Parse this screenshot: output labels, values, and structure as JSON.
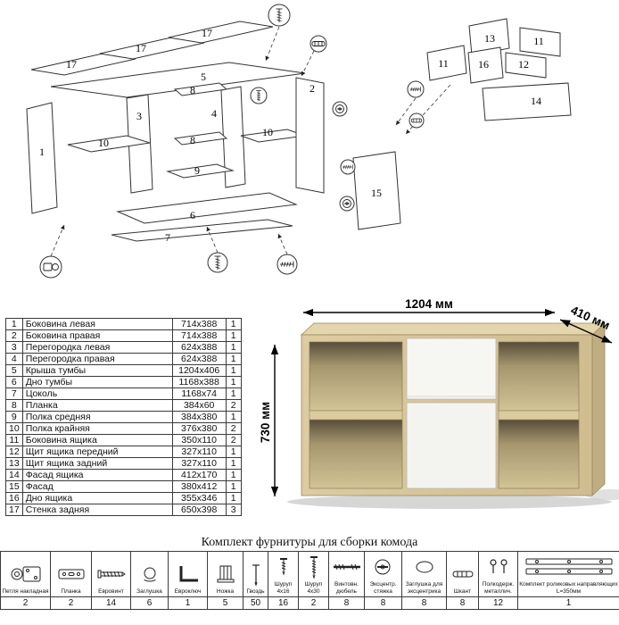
{
  "diagram": {
    "part_labels": [
      "17",
      "17",
      "17",
      "5",
      "1",
      "3",
      "10",
      "8",
      "4",
      "8",
      "9",
      "10",
      "2",
      "6",
      "7",
      "15",
      "13",
      "11",
      "11",
      "16",
      "12",
      "14"
    ]
  },
  "photo": {
    "dim_width": "1204 мм",
    "dim_depth": "410 мм",
    "dim_height": "730 мм"
  },
  "parts_table": {
    "rows": [
      {
        "num": "1",
        "name": "Боковина левая",
        "size": "714x388",
        "qty": "1"
      },
      {
        "num": "2",
        "name": "Боковина правая",
        "size": "714x388",
        "qty": "1"
      },
      {
        "num": "3",
        "name": "Перегородка левая",
        "size": "624x388",
        "qty": "1"
      },
      {
        "num": "4",
        "name": "Перегородка правая",
        "size": "624x388",
        "qty": "1"
      },
      {
        "num": "5",
        "name": "Крыша тумбы",
        "size": "1204x406",
        "qty": "1"
      },
      {
        "num": "6",
        "name": "Дно тумбы",
        "size": "1168x388",
        "qty": "1"
      },
      {
        "num": "7",
        "name": "Цоколь",
        "size": "1168x74",
        "qty": "1"
      },
      {
        "num": "8",
        "name": "Планка",
        "size": "384x60",
        "qty": "2"
      },
      {
        "num": "9",
        "name": "Полка средняя",
        "size": "384x380",
        "qty": "1"
      },
      {
        "num": "10",
        "name": "Полка крайняя",
        "size": "376x380",
        "qty": "2"
      },
      {
        "num": "11",
        "name": "Боковина ящика",
        "size": "350x110",
        "qty": "2"
      },
      {
        "num": "12",
        "name": "Щит ящика передний",
        "size": "327x110",
        "qty": "1"
      },
      {
        "num": "13",
        "name": "Щит ящика задний",
        "size": "327x110",
        "qty": "1"
      },
      {
        "num": "14",
        "name": "Фасад ящика",
        "size": "412x170",
        "qty": "1"
      },
      {
        "num": "15",
        "name": "Фасад",
        "size": "380x412",
        "qty": "1"
      },
      {
        "num": "16",
        "name": "Дно ящика",
        "size": "355x346",
        "qty": "1"
      },
      {
        "num": "17",
        "name": "Стенка задняя",
        "size": "650x398",
        "qty": "3"
      }
    ]
  },
  "hardware": {
    "title": "Комплект фурнитуры для сборки комода",
    "items": [
      {
        "name": "Петля накладная",
        "qty": "2"
      },
      {
        "name": "Планка",
        "qty": "2"
      },
      {
        "name": "Евровинт",
        "qty": "14"
      },
      {
        "name": "Заглушка",
        "qty": "6"
      },
      {
        "name": "Евроключ",
        "qty": "1"
      },
      {
        "name": "Ножка",
        "qty": "5"
      },
      {
        "name": "Гвоздь",
        "qty": "50"
      },
      {
        "name": "Шуруп 4x16",
        "qty": "16"
      },
      {
        "name": "Шуруп 4x30",
        "qty": "2"
      },
      {
        "name": "Винтовн. дюбель",
        "qty": "8"
      },
      {
        "name": "Эксцентр. стяжка",
        "qty": "8"
      },
      {
        "name": "Заглушка для эксцентрика",
        "qty": "8"
      },
      {
        "name": "Шкант",
        "qty": "8"
      },
      {
        "name": "Полкодерж. металлич.",
        "qty": "12"
      },
      {
        "name": "Комплект роликовых направляющих L=350мм",
        "qty": "1"
      }
    ]
  }
}
